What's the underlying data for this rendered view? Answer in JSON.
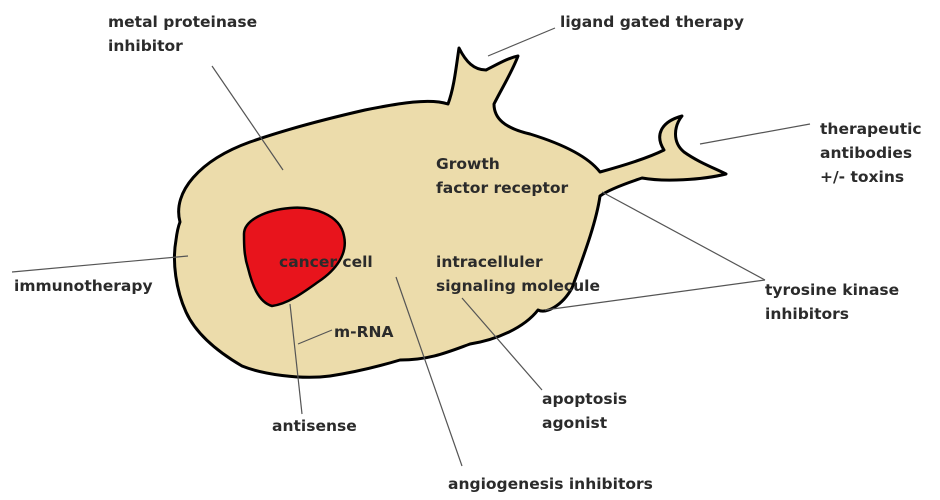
{
  "colors": {
    "cell_fill": "#ecdcab",
    "cell_outline": "#000000",
    "nucleus_fill": "#e8141c",
    "leader_line": "#555555",
    "text": "#2b2b2b"
  },
  "labels": {
    "metal_proteinase": [
      "metal proteinase",
      "inhibitor"
    ],
    "ligand_gated": "ligand gated therapy",
    "therapeutic_antibodies": [
      "therapeutic",
      "antibodies",
      "+/- toxins"
    ],
    "growth_factor": [
      "Growth",
      "factor receptor"
    ],
    "immunotherapy": "immunotherapy",
    "cancer_cell": "cancer cell",
    "intracellular": [
      "intracelluler",
      "signaling molecule"
    ],
    "tyrosine_kinase": [
      "tyrosine kinase",
      "inhibitors"
    ],
    "m_rna": "m-RNA",
    "apoptosis": [
      "apoptosis",
      "agonist"
    ],
    "antisense": "antisense",
    "angiogenesis": "angiogenesis inhibitors"
  }
}
